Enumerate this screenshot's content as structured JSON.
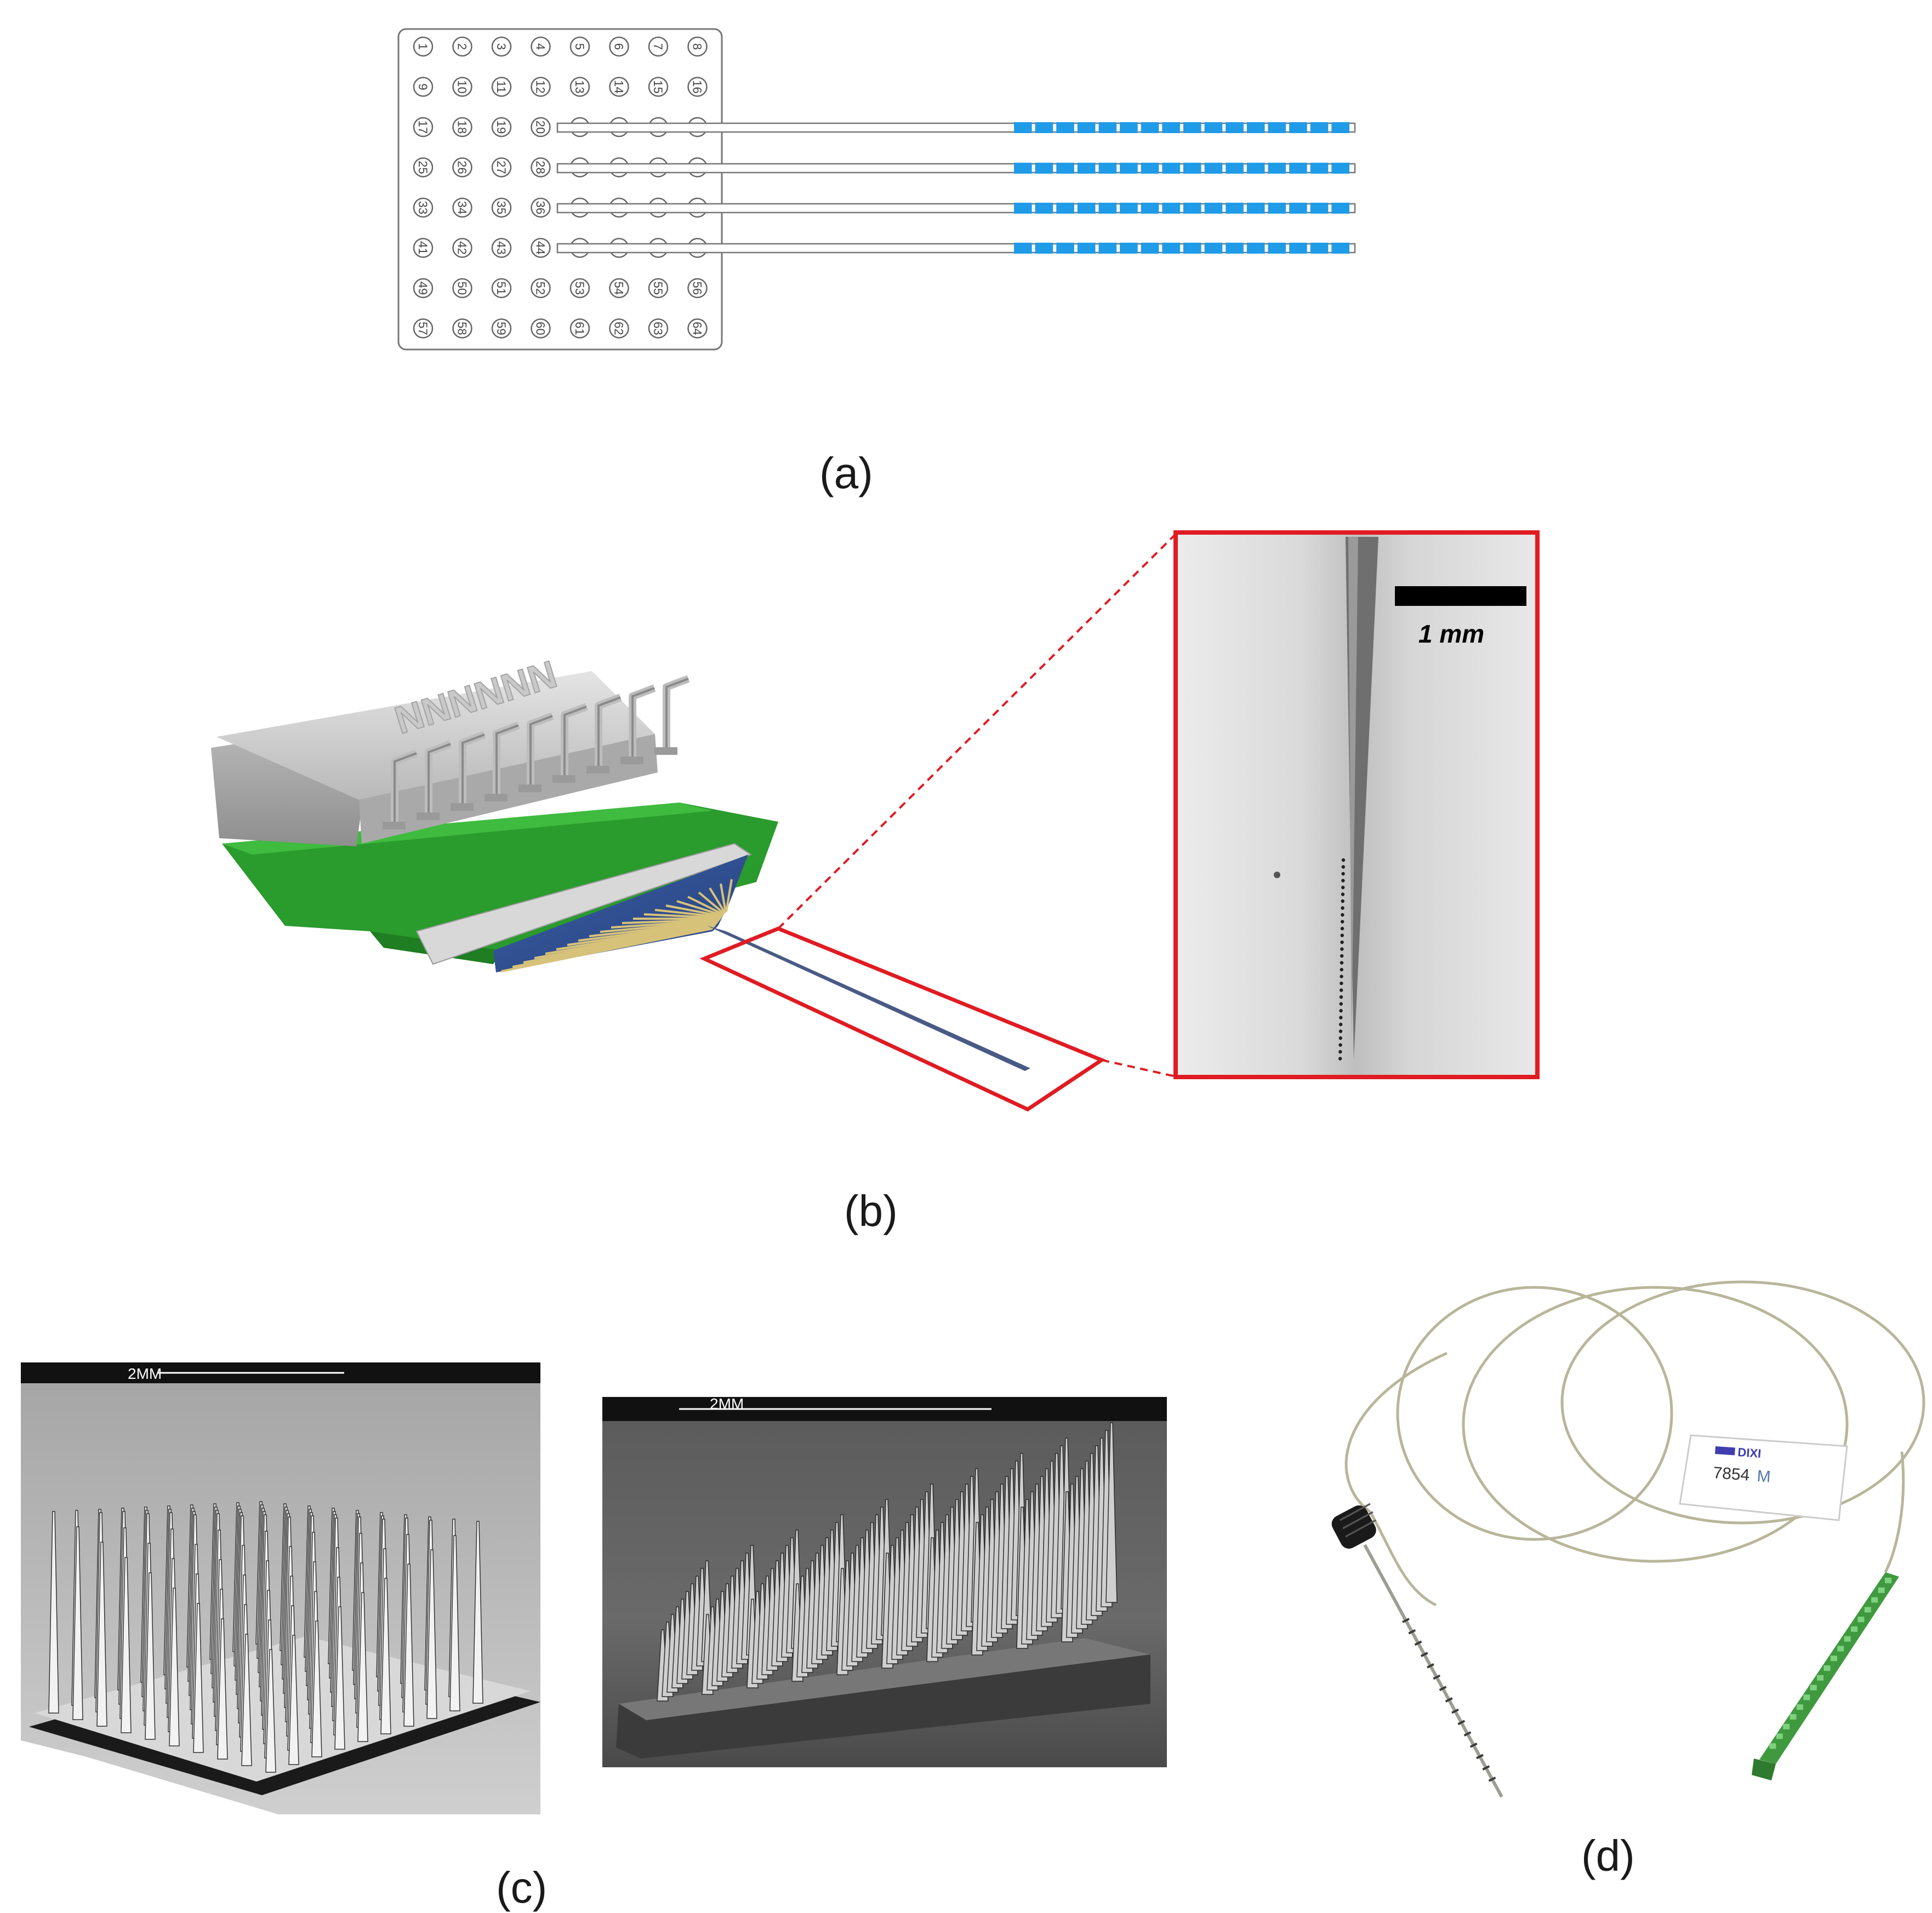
{
  "figure": {
    "labels": {
      "a": "(a)",
      "b": "(b)",
      "c": "(c)",
      "d": "(d)"
    },
    "colors": {
      "contact_blue": "#1f9be8",
      "zoom_red": "#e01b22",
      "pcb_green": "#2fae2f",
      "shank_blue": "#4a5a86",
      "probe_green": "#3f9a3f"
    }
  },
  "panel_a": {
    "grid_numbers": [
      "1",
      "2",
      "3",
      "4",
      "5",
      "6",
      "7",
      "8",
      "9",
      "10",
      "11",
      "12",
      "13",
      "14",
      "15",
      "16",
      "17",
      "18",
      "19",
      "20",
      "",
      "",
      "",
      "",
      "25",
      "26",
      "27",
      "28",
      "",
      "",
      "",
      "",
      "33",
      "34",
      "35",
      "36",
      "",
      "",
      "",
      "",
      "41",
      "42",
      "43",
      "44",
      "",
      "",
      "",
      "",
      "49",
      "50",
      "51",
      "52",
      "53",
      "54",
      "55",
      "56",
      "57",
      "58",
      "59",
      "60",
      "61",
      "62",
      "63",
      "64"
    ]
  },
  "panel_b": {
    "scale_bar_label": "1 mm"
  },
  "panel_c": {
    "left_scale_label": "2MM",
    "right_scale_label": "2MM"
  },
  "panel_d": {
    "tag_brand": "DIXI",
    "tag_model": "7854",
    "tag_suffix": "M"
  }
}
